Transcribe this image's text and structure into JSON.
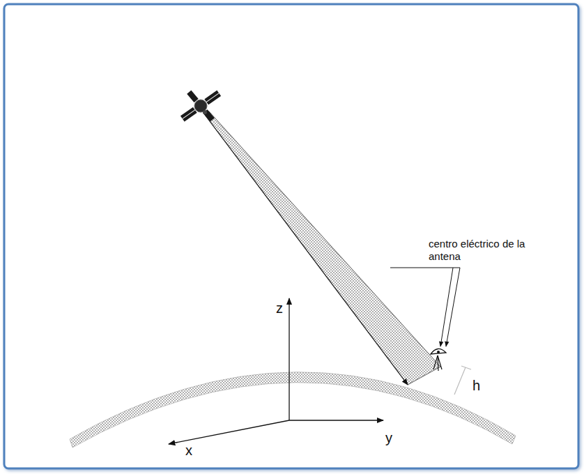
{
  "diagram": {
    "labels": [
      "centro eléctrico de la antena",
      "z",
      "y",
      "x",
      "h"
    ]
  }
}
